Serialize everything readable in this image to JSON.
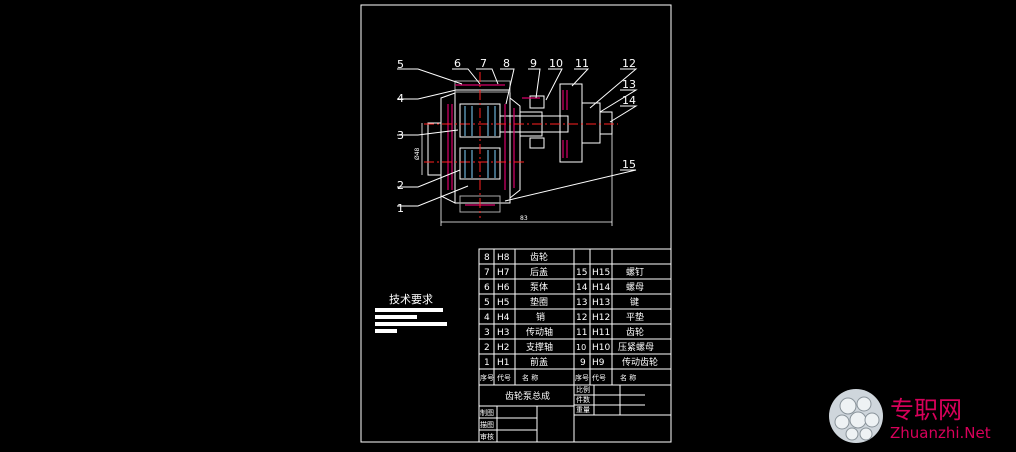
{
  "drawing": {
    "balloons": [
      "1",
      "2",
      "3",
      "4",
      "5",
      "6",
      "7",
      "8",
      "9",
      "10",
      "11",
      "12",
      "13",
      "14",
      "15"
    ],
    "dim_left": "Ø48",
    "dim_bottom": "83"
  },
  "tech_req": {
    "title": "技术要求"
  },
  "parts_left": [
    {
      "seq": "8",
      "code": "H8",
      "name": "齿轮"
    },
    {
      "seq": "7",
      "code": "H7",
      "name": "后盖"
    },
    {
      "seq": "6",
      "code": "H6",
      "name": "泵体"
    },
    {
      "seq": "5",
      "code": "H5",
      "name": "垫圈"
    },
    {
      "seq": "4",
      "code": "H4",
      "name": "销"
    },
    {
      "seq": "3",
      "code": "H3",
      "name": "传动轴"
    },
    {
      "seq": "2",
      "code": "H2",
      "name": "支撑轴"
    },
    {
      "seq": "1",
      "code": "H1",
      "name": "前盖"
    }
  ],
  "parts_right": [
    {
      "seq": "15",
      "code": "H15",
      "name": "螺钉"
    },
    {
      "seq": "14",
      "code": "H14",
      "name": "螺母"
    },
    {
      "seq": "13",
      "code": "H13",
      "name": "键"
    },
    {
      "seq": "12",
      "code": "H12",
      "name": "平垫"
    },
    {
      "seq": "11",
      "code": "H11",
      "name": "齿轮"
    },
    {
      "seq": "10",
      "code": "H10",
      "name": "压紧螺母"
    },
    {
      "seq": "9",
      "code": "H9",
      "name": "传动齿轮"
    }
  ],
  "header": {
    "seq": "序号",
    "code": "代号",
    "name": "名    称",
    "seq2": "序号",
    "code2": "代号",
    "name2": "名    称"
  },
  "title_block": {
    "title": "齿轮泵总成",
    "scale": "比例",
    "pieces": "件数",
    "weight": "重量",
    "drawn": "制图",
    "drafted": "描图",
    "checked": "审核"
  },
  "watermark": {
    "cn": "专职网",
    "en": "Zhuanzhi.Net"
  }
}
